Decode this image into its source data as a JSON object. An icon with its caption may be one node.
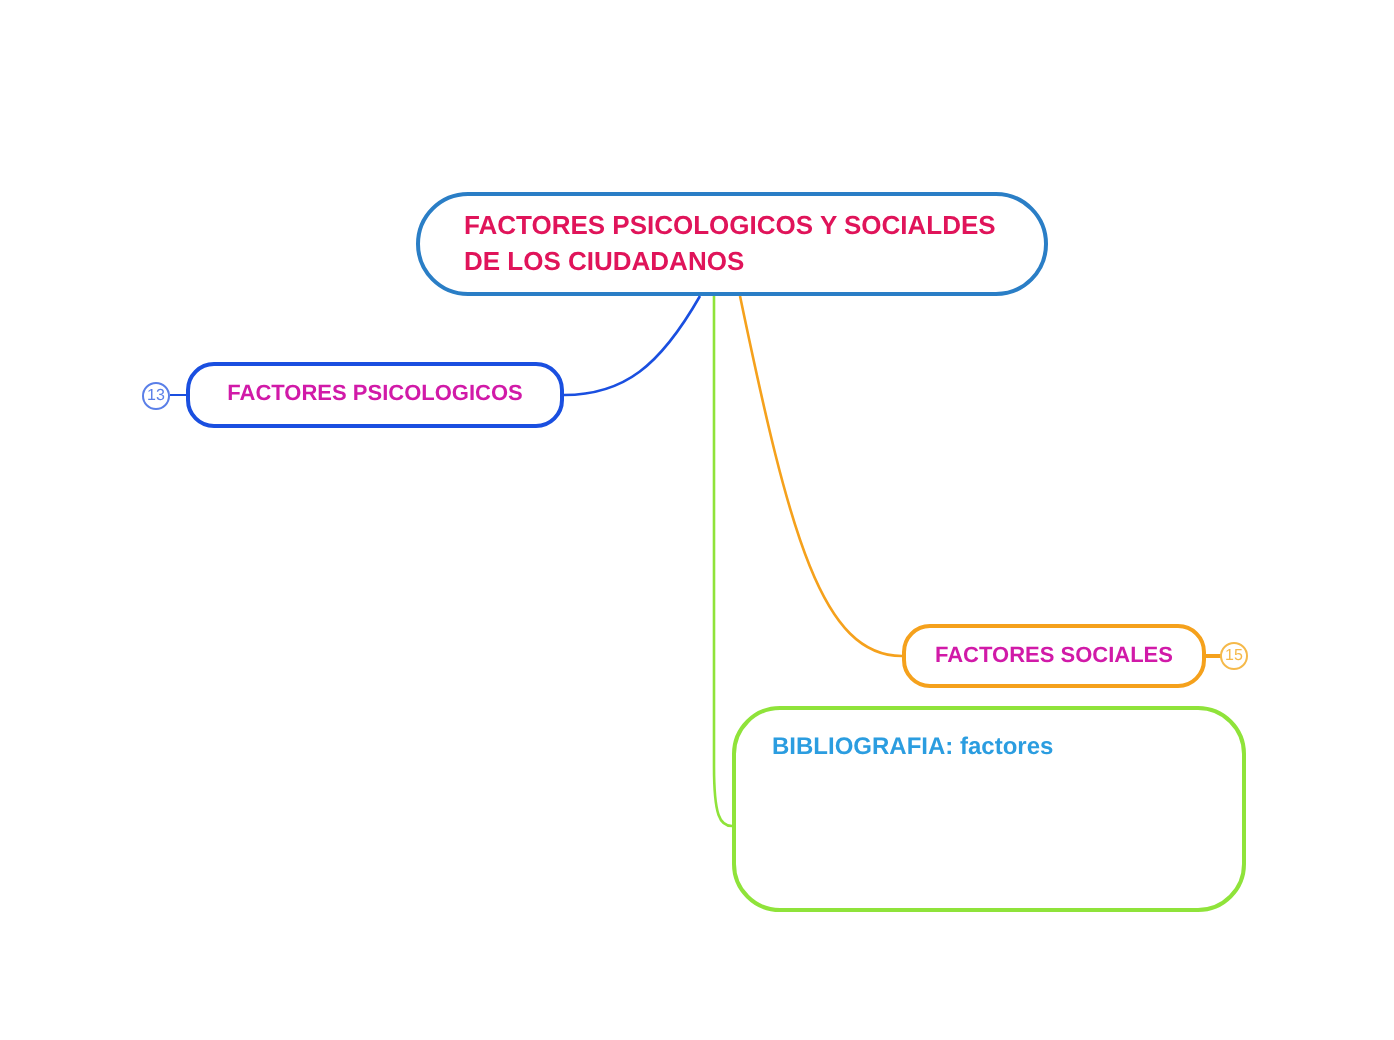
{
  "diagram": {
    "nodes": [
      {
        "text": [
          "FACTORES PSICOLOGICOS Y SOCIALDES DE LOS CIUDADANOS"
        ]
      },
      {
        "text": [
          "FACTORES PSICOLOGICOS"
        ],
        "beside": [
          "13"
        ]
      },
      {
        "text": [
          "FACTORES SOCIALES"
        ],
        "beside": [
          "15"
        ]
      },
      {
        "text": [
          "BIBLIOGRAFIA: factores"
        ]
      }
    ],
    "edges": [
      {
        "from": 0,
        "to": 1,
        "arrow": "none",
        "color": "#1a4fe0"
      },
      {
        "from": 0,
        "to": 2,
        "arrow": "none",
        "color": "#f5a11c"
      },
      {
        "from": 0,
        "to": 3,
        "arrow": "none",
        "color": "#8fe33a"
      }
    ]
  }
}
